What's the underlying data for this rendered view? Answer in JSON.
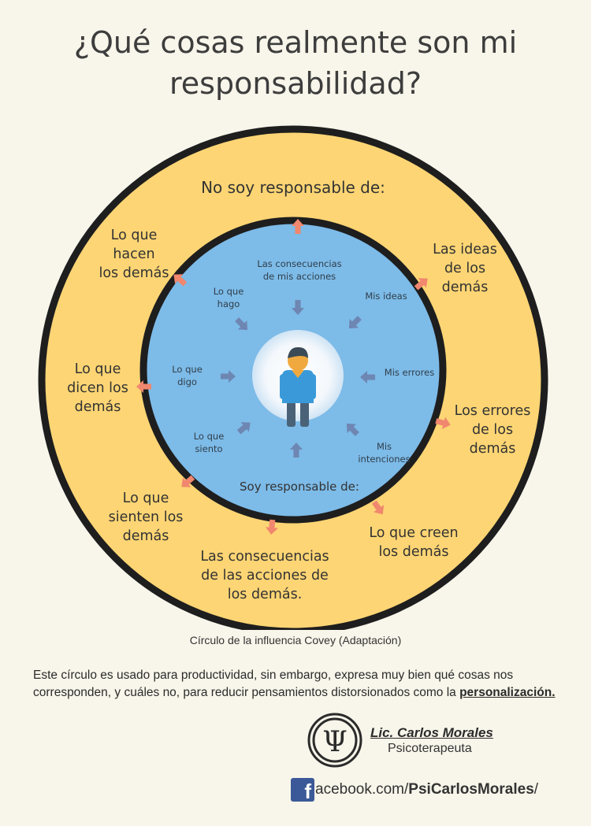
{
  "title_line1": "¿Qué cosas realmente son mi",
  "title_line2": "responsabilidad?",
  "outer_heading": "No soy responsable de:",
  "inner_heading": "Soy responsable de:",
  "outer_items": [
    "Lo que\nhacen\nlos demás",
    "Las ideas\nde los\ndemás",
    "Lo que\ndicen los\ndemás",
    "Los errores\nde los\ndemás",
    "Lo que\nsienten los\ndemás",
    "Lo que creen\nlos demás",
    "Las consecuencias\nde las acciones de\nlos demás."
  ],
  "inner_items": [
    "Las consecuencias\nde mis acciones",
    "Lo que\nhago",
    "Mis ideas",
    "Lo que\ndigo",
    "Mis errores",
    "Lo que\nsiento",
    "Mis\nintenciones"
  ],
  "caption": "Círculo de la influencia Covey (Adaptación)",
  "description_text": "Este círculo es usado para productividad, sin embargo, expresa muy bien qué cosas nos corresponden, y cuáles no, para reducir pensamientos distorsionados como la ",
  "description_bold": "personalización.",
  "author": {
    "name": "Lic. Carlos Morales",
    "role": "Psicoterapeuta",
    "logo_symbol": "Ψ"
  },
  "facebook": {
    "icon": "f",
    "prefix": "acebook.com/",
    "handle": "PsiCarlosMorales",
    "suffix": "/"
  },
  "colors": {
    "background": "#f8f5ea",
    "outer_ring": "#fdd574",
    "inner_circle": "#7dbbe8",
    "outline": "#1e1e1e",
    "outward_arrow": "#f0876e",
    "inward_arrow": "#6e86b2",
    "person_shirt": "#3a9ad9",
    "person_pants": "#4a6278",
    "person_skin": "#f0a93e",
    "person_hair": "#3b4a57"
  }
}
